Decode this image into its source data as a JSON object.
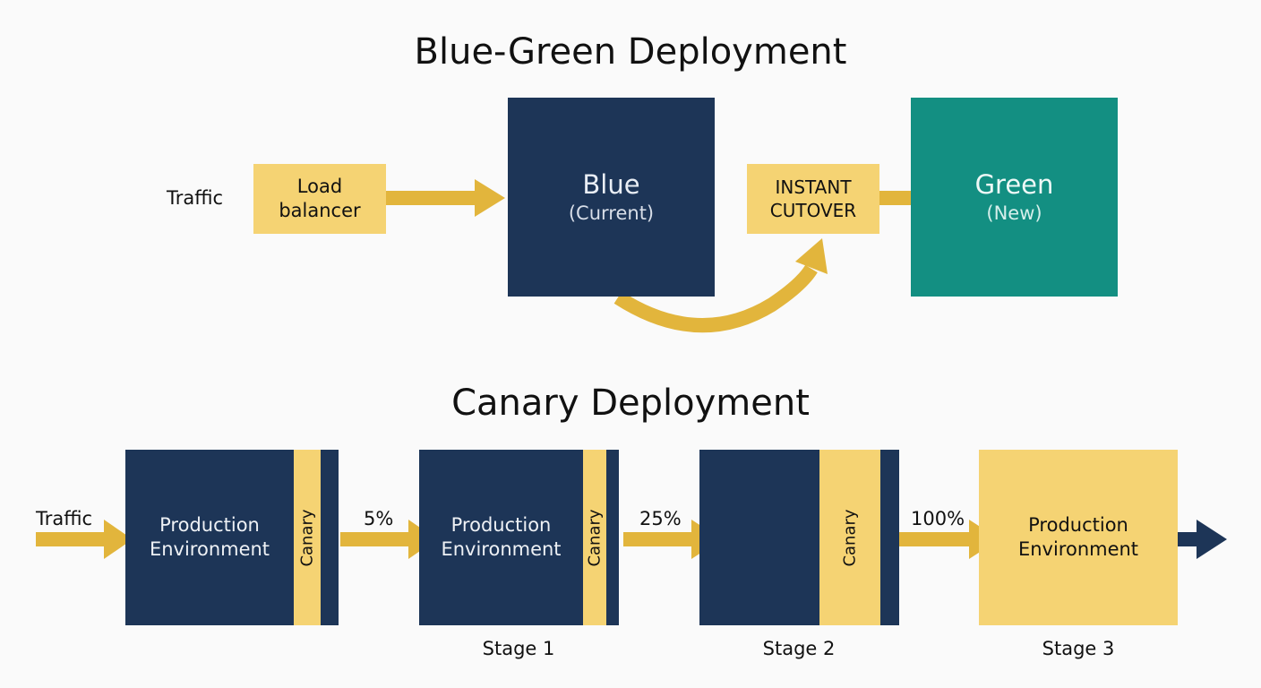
{
  "blue_green": {
    "title": "Blue-Green Deployment",
    "traffic_label": "Traffic",
    "load_balancer": [
      "Load",
      "balancer"
    ],
    "blue": {
      "name": "Blue",
      "sub": "(Current)"
    },
    "cutover": [
      "INSTANT",
      "CUTOVER"
    ],
    "green": {
      "name": "Green",
      "sub": "(New)"
    }
  },
  "canary": {
    "title": "Canary Deployment",
    "traffic_label": "Traffic",
    "env_label": [
      "Production",
      "Environment"
    ],
    "canary_label": "Canary",
    "arrows": [
      "5%",
      "25%",
      "100%"
    ],
    "stages": [
      "Stage 1",
      "Stage 2",
      "Stage 3"
    ]
  },
  "colors": {
    "navy": "#1d3557",
    "teal": "#138f82",
    "gold": "#f5d373",
    "arrow_gold": "#e2b53c"
  }
}
